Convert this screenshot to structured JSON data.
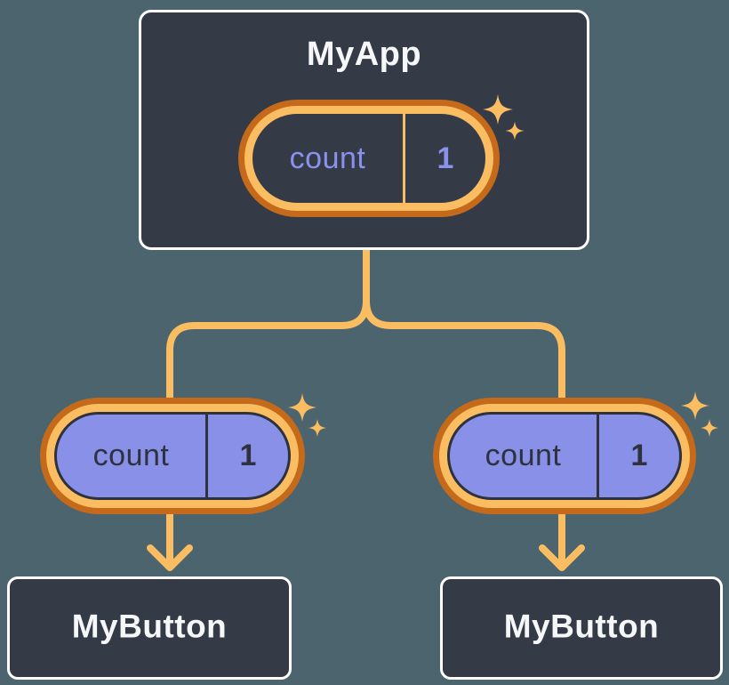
{
  "diagram": {
    "root": {
      "title": "MyApp",
      "state_pill": {
        "label": "count",
        "value": "1"
      }
    },
    "children": [
      {
        "title": "MyButton",
        "prop_pill": {
          "label": "count",
          "value": "1"
        }
      },
      {
        "title": "MyButton",
        "prop_pill": {
          "label": "count",
          "value": "1"
        }
      }
    ],
    "icons": {
      "sparkle": "sparkle-icon"
    },
    "colors": {
      "background": "#4C646E",
      "card_fill": "#343A46",
      "card_border": "#FFFFFF",
      "title_text": "#F6F7F9",
      "pill_ring_outer": "#C5691B",
      "pill_ring_inner": "#FABD62",
      "prop_pill_fill": "#8990E8",
      "dark_text": "#2D323E",
      "state_text": "#8A92EE",
      "connector": "#FABD62"
    }
  }
}
